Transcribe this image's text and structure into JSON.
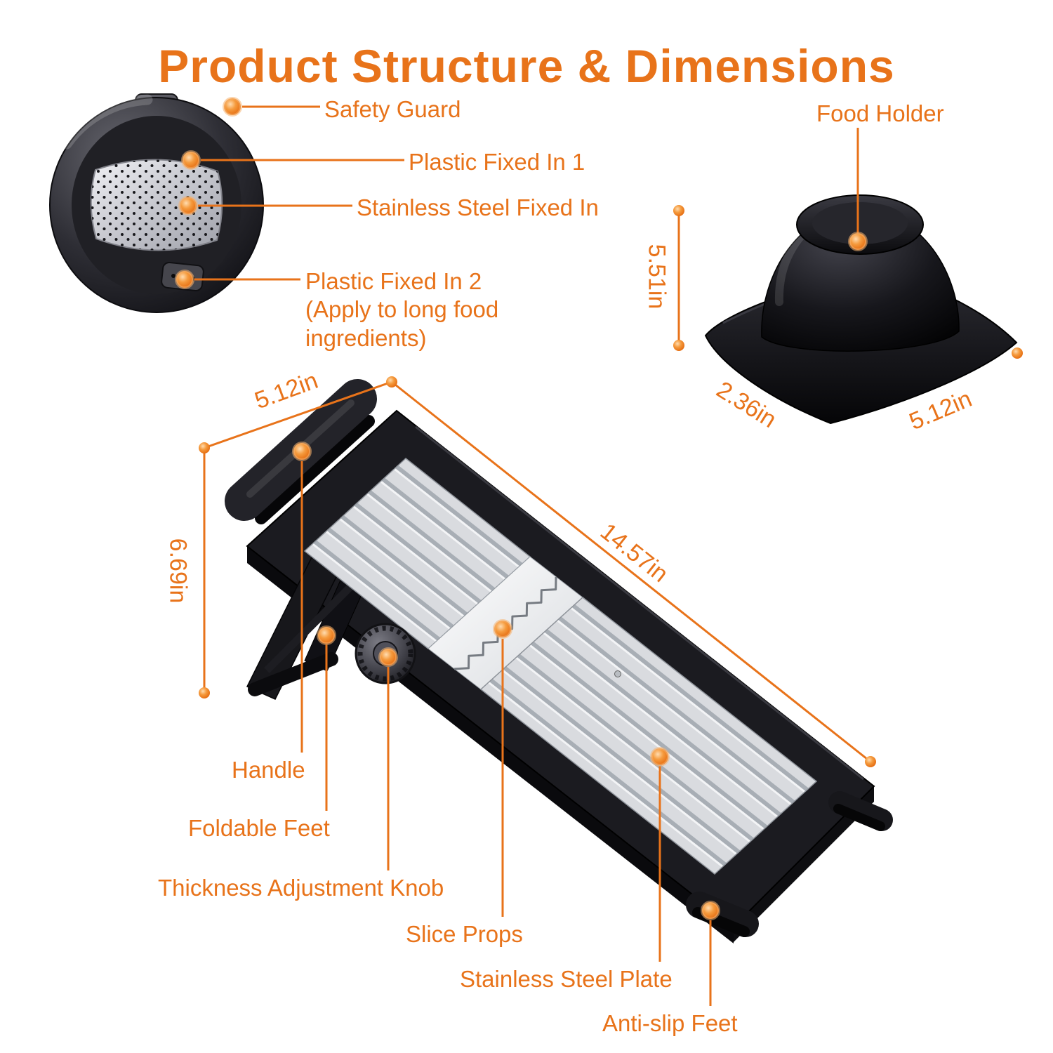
{
  "title": "Product Structure & Dimensions",
  "accent_color": "#e8731a",
  "safety_guard_callouts": {
    "safety_guard": "Safety Guard",
    "plastic_fixed_in_1": "Plastic Fixed In 1",
    "stainless_steel_fixed_in": "Stainless Steel Fixed In",
    "plastic_fixed_in_2": "Plastic Fixed In 2 (Apply to long food ingredients)"
  },
  "food_holder": {
    "label": "Food Holder",
    "height": "5.51in",
    "depth": "2.36in",
    "width": "5.12in"
  },
  "slicer": {
    "width": "5.12in",
    "height": "6.69in",
    "length": "14.57in",
    "callouts": {
      "handle": "Handle",
      "foldable_feet": "Foldable Feet",
      "thickness_adjustment_knob": "Thickness Adjustment Knob",
      "slice_props": "Slice Props",
      "stainless_steel_plate": "Stainless Steel Plate",
      "anti_slip_feet": "Anti-slip Feet"
    }
  }
}
